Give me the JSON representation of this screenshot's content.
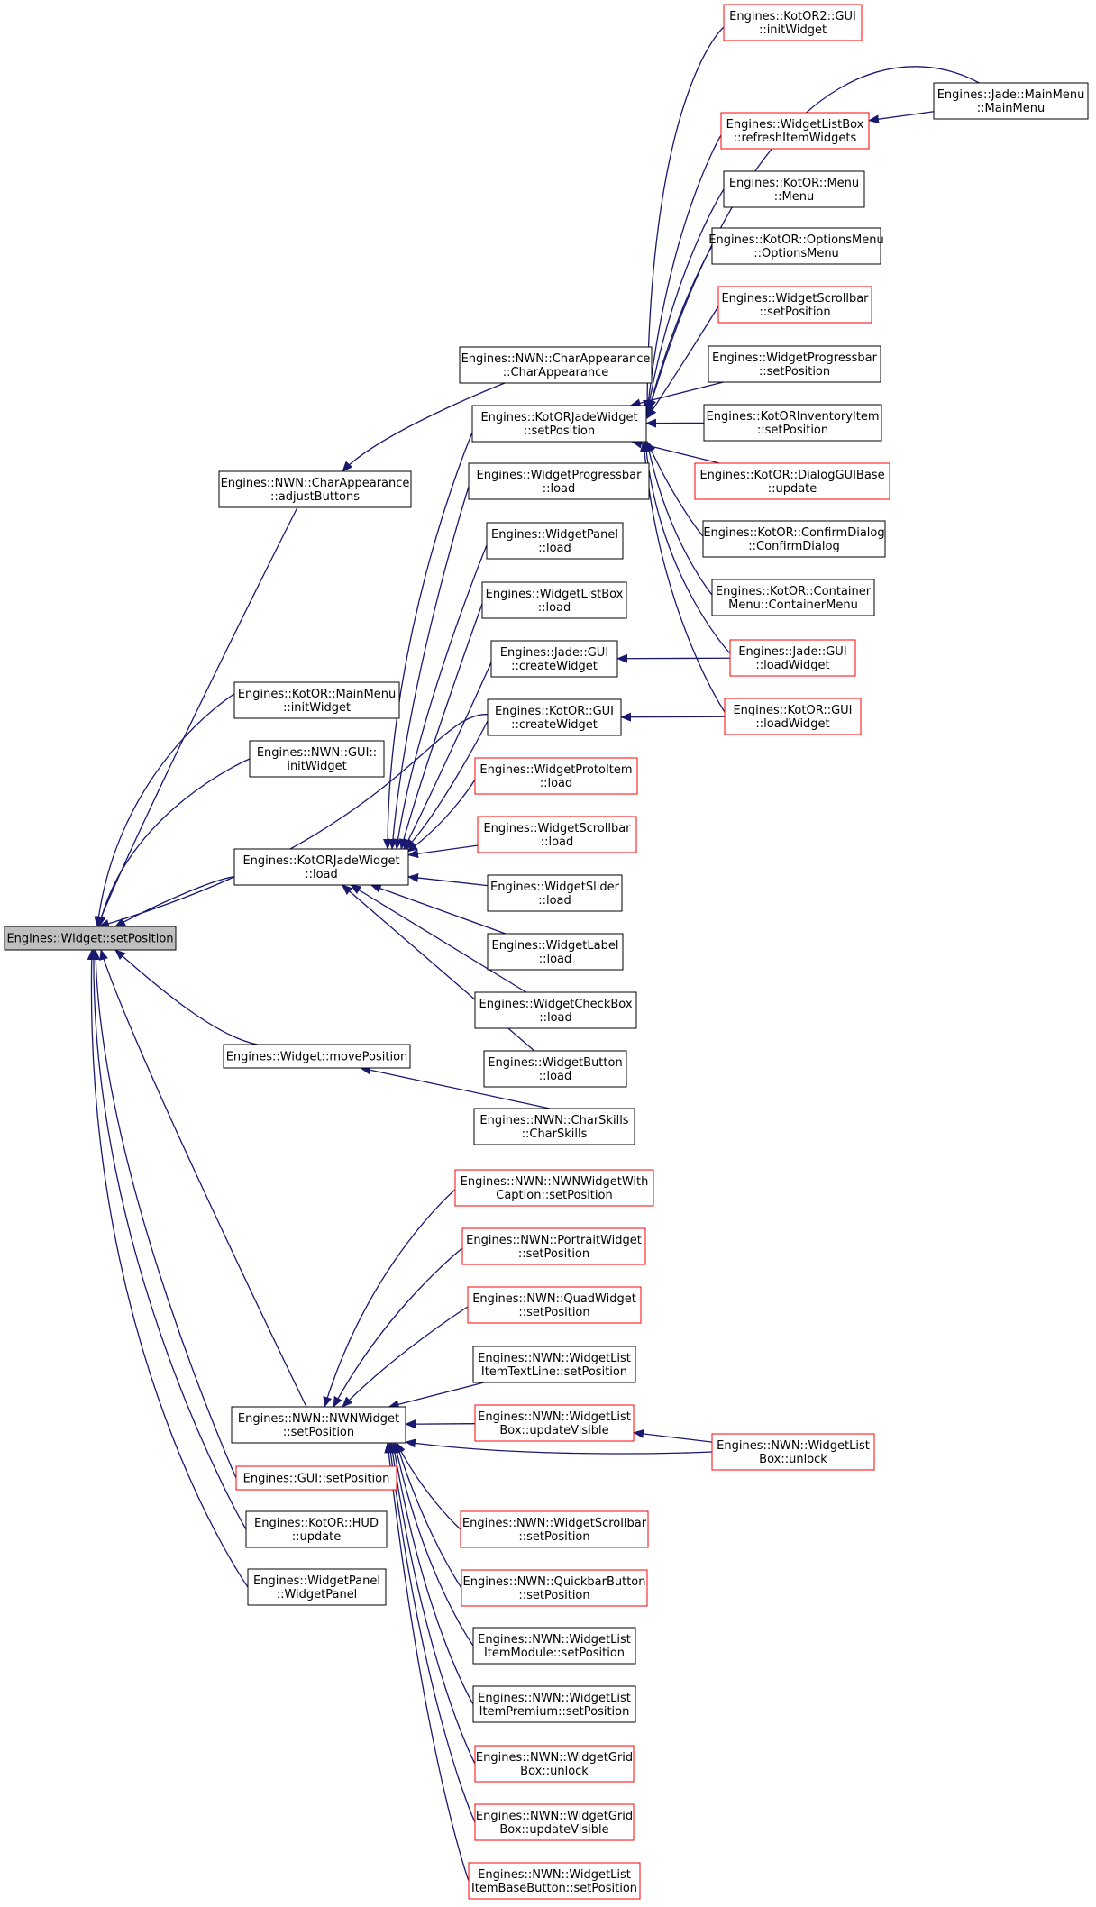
{
  "colors": {
    "edge": "#191970",
    "node_border": "#000000",
    "linked_node_border": "#ff0000",
    "root_node_fill": "#bfbfbf",
    "node_fill": "#ffffff"
  },
  "nodes": [
    {
      "id": "root",
      "lines": [
        "Engines::Widget::setPosition"
      ],
      "style": "root"
    },
    {
      "id": "charapp_adjust",
      "lines": [
        "Engines::NWN::CharAppearance",
        "::adjustButtons"
      ],
      "style": "normal"
    },
    {
      "id": "kotor_mainmenu_init",
      "lines": [
        "Engines::KotOR::MainMenu",
        "::initWidget"
      ],
      "style": "normal"
    },
    {
      "id": "nwn_gui_init",
      "lines": [
        "Engines::NWN::GUI::",
        "initWidget"
      ],
      "style": "normal"
    },
    {
      "id": "kotorjade_load",
      "lines": [
        "Engines::KotORJadeWidget",
        "::load"
      ],
      "style": "normal"
    },
    {
      "id": "widget_move",
      "lines": [
        "Engines::Widget::movePosition"
      ],
      "style": "normal"
    },
    {
      "id": "nwnwidget_setpos",
      "lines": [
        "Engines::NWN::NWNWidget",
        "::setPosition"
      ],
      "style": "normal"
    },
    {
      "id": "gui_setpos",
      "lines": [
        "Engines::GUI::setPosition"
      ],
      "style": "linked"
    },
    {
      "id": "kotor_hud_update",
      "lines": [
        "Engines::KotOR::HUD",
        "::update"
      ],
      "style": "normal"
    },
    {
      "id": "widgetpanel_ctor",
      "lines": [
        "Engines::WidgetPanel",
        "::WidgetPanel"
      ],
      "style": "normal"
    },
    {
      "id": "charapp_ctor",
      "lines": [
        "Engines::NWN::CharAppearance",
        "::CharAppearance"
      ],
      "style": "normal"
    },
    {
      "id": "kotorjade_setpos",
      "lines": [
        "Engines::KotORJadeWidget",
        "::setPosition"
      ],
      "style": "normal"
    },
    {
      "id": "progressbar_load",
      "lines": [
        "Engines::WidgetProgressbar",
        "::load"
      ],
      "style": "normal"
    },
    {
      "id": "panel_load",
      "lines": [
        "Engines::WidgetPanel",
        "::load"
      ],
      "style": "normal"
    },
    {
      "id": "listbox_load",
      "lines": [
        "Engines::WidgetListBox",
        "::load"
      ],
      "style": "normal"
    },
    {
      "id": "jade_gui_create",
      "lines": [
        "Engines::Jade::GUI",
        "::createWidget"
      ],
      "style": "normal"
    },
    {
      "id": "kotor_gui_create",
      "lines": [
        "Engines::KotOR::GUI",
        "::createWidget"
      ],
      "style": "normal"
    },
    {
      "id": "protoitem_load",
      "lines": [
        "Engines::WidgetProtoItem",
        "::load"
      ],
      "style": "linked"
    },
    {
      "id": "scrollbar_load",
      "lines": [
        "Engines::WidgetScrollbar",
        "::load"
      ],
      "style": "linked"
    },
    {
      "id": "slider_load",
      "lines": [
        "Engines::WidgetSlider",
        "::load"
      ],
      "style": "normal"
    },
    {
      "id": "label_load",
      "lines": [
        "Engines::WidgetLabel",
        "::load"
      ],
      "style": "normal"
    },
    {
      "id": "checkbox_load",
      "lines": [
        "Engines::WidgetCheckBox",
        "::load"
      ],
      "style": "normal"
    },
    {
      "id": "button_load",
      "lines": [
        "Engines::WidgetButton",
        "::load"
      ],
      "style": "normal"
    },
    {
      "id": "charskills_ctor",
      "lines": [
        "Engines::NWN::CharSkills",
        "::CharSkills"
      ],
      "style": "normal"
    },
    {
      "id": "kotor2_gui_init",
      "lines": [
        "Engines::KotOR2::GUI",
        "::initWidget"
      ],
      "style": "linked"
    },
    {
      "id": "listbox_refresh",
      "lines": [
        "Engines::WidgetListBox",
        "::refreshItemWidgets"
      ],
      "style": "linked"
    },
    {
      "id": "kotor_menu_ctor",
      "lines": [
        "Engines::KotOR::Menu",
        "::Menu"
      ],
      "style": "normal"
    },
    {
      "id": "optionsmenu_ctor",
      "lines": [
        "Engines::KotOR::OptionsMenu",
        "::OptionsMenu"
      ],
      "style": "normal"
    },
    {
      "id": "scrollbar_setpos",
      "lines": [
        "Engines::WidgetScrollbar",
        "::setPosition"
      ],
      "style": "linked"
    },
    {
      "id": "progressbar_setpos",
      "lines": [
        "Engines::WidgetProgressbar",
        "::setPosition"
      ],
      "style": "normal"
    },
    {
      "id": "invitem_setpos",
      "lines": [
        "Engines::KotORInventoryItem",
        "::setPosition"
      ],
      "style": "normal"
    },
    {
      "id": "dialoggui_update",
      "lines": [
        "Engines::KotOR::DialogGUIBase",
        "::update"
      ],
      "style": "linked"
    },
    {
      "id": "confirmdialog_ctor",
      "lines": [
        "Engines::KotOR::ConfirmDialog",
        "::ConfirmDialog"
      ],
      "style": "normal"
    },
    {
      "id": "containermenu_ctor",
      "lines": [
        "Engines::KotOR::Container",
        "Menu::ContainerMenu"
      ],
      "style": "normal"
    },
    {
      "id": "jade_gui_load",
      "lines": [
        "Engines::Jade::GUI",
        "::loadWidget"
      ],
      "style": "linked"
    },
    {
      "id": "kotor_gui_load",
      "lines": [
        "Engines::KotOR::GUI",
        "::loadWidget"
      ],
      "style": "linked"
    },
    {
      "id": "jade_mainmenu_ctor",
      "lines": [
        "Engines::Jade::MainMenu",
        "::MainMenu"
      ],
      "style": "normal"
    },
    {
      "id": "nwnwidgetcaption_setpos",
      "lines": [
        "Engines::NWN::NWNWidgetWith",
        "Caption::setPosition"
      ],
      "style": "linked"
    },
    {
      "id": "portrait_setpos",
      "lines": [
        "Engines::NWN::PortraitWidget",
        "::setPosition"
      ],
      "style": "linked"
    },
    {
      "id": "quad_setpos",
      "lines": [
        "Engines::NWN::QuadWidget",
        "::setPosition"
      ],
      "style": "linked"
    },
    {
      "id": "listitemtextline_setpos",
      "lines": [
        "Engines::NWN::WidgetList",
        "ItemTextLine::setPosition"
      ],
      "style": "normal"
    },
    {
      "id": "nwnlistbox_updatevis",
      "lines": [
        "Engines::NWN::WidgetList",
        "Box::updateVisible"
      ],
      "style": "linked"
    },
    {
      "id": "nwnlistbox_unlock",
      "lines": [
        "Engines::NWN::WidgetList",
        "Box::unlock"
      ],
      "style": "linked"
    },
    {
      "id": "nwnscrollbar_setpos",
      "lines": [
        "Engines::NWN::WidgetScrollbar",
        "::setPosition"
      ],
      "style": "linked"
    },
    {
      "id": "quickbar_setpos",
      "lines": [
        "Engines::NWN::QuickbarButton",
        "::setPosition"
      ],
      "style": "linked"
    },
    {
      "id": "listitemmodule_setpos",
      "lines": [
        "Engines::NWN::WidgetList",
        "ItemModule::setPosition"
      ],
      "style": "normal"
    },
    {
      "id": "listitempremium_setpos",
      "lines": [
        "Engines::NWN::WidgetList",
        "ItemPremium::setPosition"
      ],
      "style": "normal"
    },
    {
      "id": "gridbox_unlock",
      "lines": [
        "Engines::NWN::WidgetGrid",
        "Box::unlock"
      ],
      "style": "linked"
    },
    {
      "id": "gridbox_updatevis",
      "lines": [
        "Engines::NWN::WidgetGrid",
        "Box::updateVisible"
      ],
      "style": "linked"
    },
    {
      "id": "listitembasebutton_setpos",
      "lines": [
        "Engines::NWN::WidgetList",
        "ItemBaseButton::setPosition"
      ],
      "style": "linked"
    }
  ],
  "edges": [
    {
      "from": "charapp_adjust",
      "to": "root"
    },
    {
      "from": "kotor_mainmenu_init",
      "to": "root"
    },
    {
      "from": "nwn_gui_init",
      "to": "root"
    },
    {
      "from": "kotorjade_load",
      "to": "root"
    },
    {
      "from": "widget_move",
      "to": "root"
    },
    {
      "from": "nwnwidget_setpos",
      "to": "root"
    },
    {
      "from": "gui_setpos",
      "to": "root"
    },
    {
      "from": "kotor_hud_update",
      "to": "root"
    },
    {
      "from": "widgetpanel_ctor",
      "to": "root"
    },
    {
      "from": "kotor_gui_create",
      "to": "root"
    },
    {
      "from": "charapp_ctor",
      "to": "charapp_adjust"
    },
    {
      "from": "charskills_ctor",
      "to": "widget_move"
    },
    {
      "from": "kotorjade_setpos",
      "to": "kotorjade_load"
    },
    {
      "from": "progressbar_load",
      "to": "kotorjade_load"
    },
    {
      "from": "panel_load",
      "to": "kotorjade_load"
    },
    {
      "from": "listbox_load",
      "to": "kotorjade_load"
    },
    {
      "from": "jade_gui_create",
      "to": "kotorjade_load"
    },
    {
      "from": "kotor_gui_create",
      "to": "kotorjade_load"
    },
    {
      "from": "protoitem_load",
      "to": "kotorjade_load"
    },
    {
      "from": "scrollbar_load",
      "to": "kotorjade_load"
    },
    {
      "from": "slider_load",
      "to": "kotorjade_load"
    },
    {
      "from": "label_load",
      "to": "kotorjade_load"
    },
    {
      "from": "checkbox_load",
      "to": "kotorjade_load"
    },
    {
      "from": "button_load",
      "to": "kotorjade_load"
    },
    {
      "from": "kotor2_gui_init",
      "to": "kotorjade_setpos"
    },
    {
      "from": "listbox_refresh",
      "to": "kotorjade_setpos"
    },
    {
      "from": "jade_mainmenu_ctor",
      "to": "kotorjade_setpos"
    },
    {
      "from": "kotor_menu_ctor",
      "to": "kotorjade_setpos"
    },
    {
      "from": "optionsmenu_ctor",
      "to": "kotorjade_setpos"
    },
    {
      "from": "scrollbar_setpos",
      "to": "kotorjade_setpos"
    },
    {
      "from": "progressbar_setpos",
      "to": "kotorjade_setpos"
    },
    {
      "from": "invitem_setpos",
      "to": "kotorjade_setpos"
    },
    {
      "from": "dialoggui_update",
      "to": "kotorjade_setpos"
    },
    {
      "from": "confirmdialog_ctor",
      "to": "kotorjade_setpos"
    },
    {
      "from": "containermenu_ctor",
      "to": "kotorjade_setpos"
    },
    {
      "from": "jade_gui_load",
      "to": "kotorjade_setpos"
    },
    {
      "from": "kotor_gui_load",
      "to": "kotorjade_setpos"
    },
    {
      "from": "jade_mainmenu_ctor",
      "to": "listbox_refresh"
    },
    {
      "from": "jade_gui_load",
      "to": "jade_gui_create"
    },
    {
      "from": "kotor_gui_load",
      "to": "kotor_gui_create"
    },
    {
      "from": "nwnwidgetcaption_setpos",
      "to": "nwnwidget_setpos"
    },
    {
      "from": "portrait_setpos",
      "to": "nwnwidget_setpos"
    },
    {
      "from": "quad_setpos",
      "to": "nwnwidget_setpos"
    },
    {
      "from": "listitemtextline_setpos",
      "to": "nwnwidget_setpos"
    },
    {
      "from": "nwnlistbox_updatevis",
      "to": "nwnwidget_setpos"
    },
    {
      "from": "nwnlistbox_unlock",
      "to": "nwnwidget_setpos"
    },
    {
      "from": "nwnscrollbar_setpos",
      "to": "nwnwidget_setpos"
    },
    {
      "from": "quickbar_setpos",
      "to": "nwnwidget_setpos"
    },
    {
      "from": "listitemmodule_setpos",
      "to": "nwnwidget_setpos"
    },
    {
      "from": "listitempremium_setpos",
      "to": "nwnwidget_setpos"
    },
    {
      "from": "gridbox_unlock",
      "to": "nwnwidget_setpos"
    },
    {
      "from": "gridbox_updatevis",
      "to": "nwnwidget_setpos"
    },
    {
      "from": "listitembasebutton_setpos",
      "to": "nwnwidget_setpos"
    },
    {
      "from": "nwnlistbox_unlock",
      "to": "nwnlistbox_updatevis"
    }
  ]
}
